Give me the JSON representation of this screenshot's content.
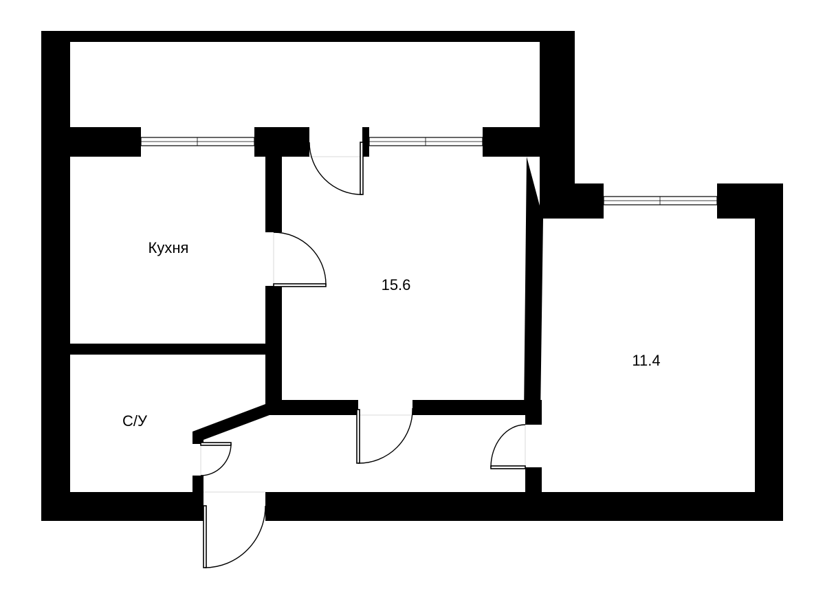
{
  "rooms": {
    "kitchen": {
      "label": "Кухня"
    },
    "living": {
      "label": "15.6"
    },
    "bedroom": {
      "label": "11.4"
    },
    "bathroom": {
      "label": "С/У"
    }
  },
  "colors": {
    "wall": "#000000",
    "background": "#ffffff"
  }
}
